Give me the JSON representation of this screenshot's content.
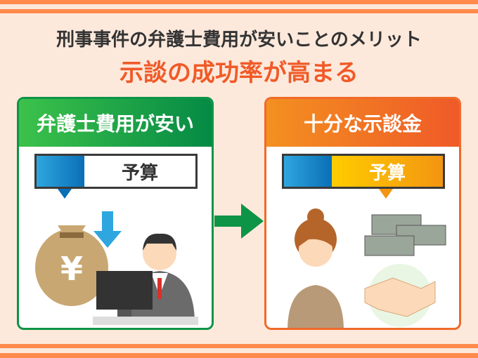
{
  "header": {
    "title": "刑事事件の弁護士費用が安いことのメリット",
    "subtitle": "示談の成功率が高まる"
  },
  "left_panel": {
    "title": "弁護士費用が安い",
    "budget_label": "予算",
    "bag_symbol": "¥"
  },
  "right_panel": {
    "title": "十分な示談金",
    "budget_label": "予算"
  },
  "colors": {
    "accent": "#f05a28",
    "green": "#0d9446",
    "orange": "#f06a28",
    "background": "#fde9dc"
  }
}
